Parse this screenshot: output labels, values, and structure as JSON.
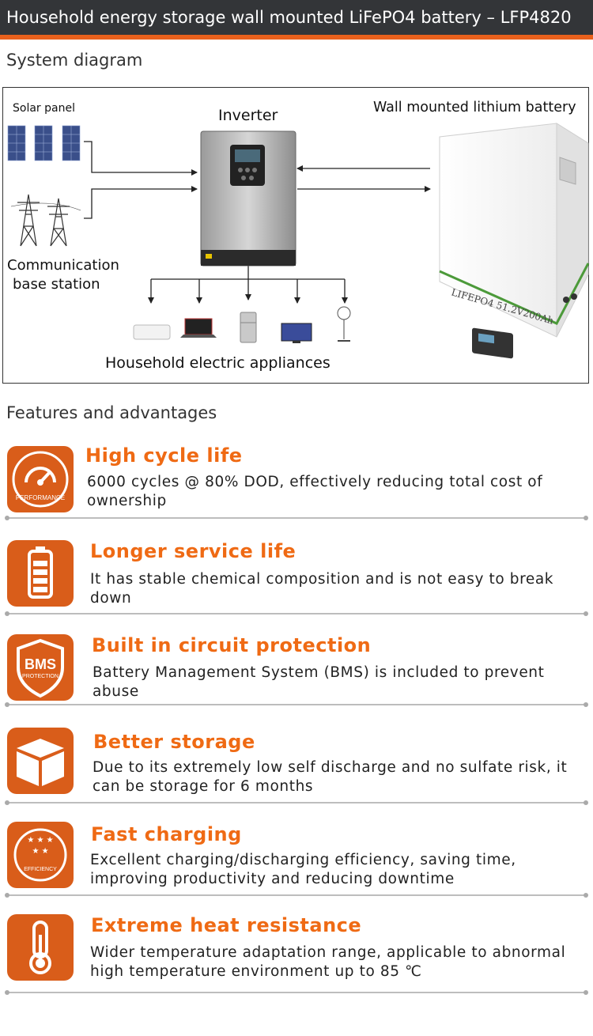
{
  "header": {
    "title": "Household energy storage wall mounted LiFePO4 battery – LFP4820"
  },
  "system_diagram": {
    "section_title": "System diagram",
    "solar_label": "Solar panel",
    "inverter_label": "Inverter",
    "battery_label": "Wall mounted lithium battery",
    "battery_print": "LIFEPO4 51.2V200Ah",
    "comm_label_line1": "Communication",
    "comm_label_line2": "base station",
    "appliances_label": "Household electric appliances"
  },
  "features": {
    "section_title": "Features and advantages",
    "items": [
      {
        "title": "High cycle life",
        "desc": "6000 cycles @ 80% DOD, effectively reducing total cost of ownership",
        "icon": "performance-gauge-icon",
        "icon_text": "PERFORMANCE"
      },
      {
        "title": "Longer service life",
        "desc": "It has stable chemical composition and is not easy to break down",
        "icon": "battery-icon"
      },
      {
        "title": "Built in circuit protection",
        "desc": "Battery Management System (BMS) is included to prevent abuse",
        "icon": "bms-shield-icon",
        "icon_text": "BMS",
        "icon_subtext": "PROTECTION"
      },
      {
        "title": "Better storage",
        "desc": "Due to its extremely low self discharge and no sulfate risk, it can be storage for 6 months",
        "icon": "box-icon"
      },
      {
        "title": "Fast charging",
        "desc": "Excellent charging/discharging efficiency, saving time, improving productivity and reducing downtime",
        "icon": "efficiency-stars-icon",
        "icon_text": "EFFICIENCY"
      },
      {
        "title": "Extreme heat resistance",
        "desc": "Wider temperature adaptation range, applicable to abnormal high temperature environment up to 85 ℃",
        "icon": "thermometer-icon"
      }
    ]
  },
  "colors": {
    "accent": "#e8601c",
    "icon_bg": "#d95d1a",
    "title_orange": "#ef6a14",
    "header_bg": "#333538"
  }
}
